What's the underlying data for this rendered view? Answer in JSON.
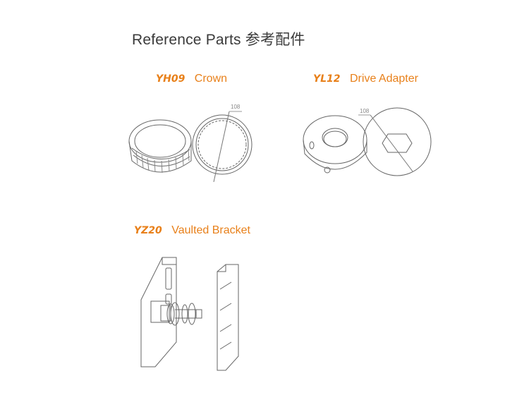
{
  "page": {
    "title": "Reference Parts 参考配件",
    "accent_color": "#e8801a"
  },
  "parts": [
    {
      "code": "YH09",
      "name": "Crown",
      "dimension": "108"
    },
    {
      "code": "YL12",
      "name": "Drive Adapter",
      "dimension": "108"
    },
    {
      "code": "YZ20",
      "name": "Vaulted Bracket"
    }
  ]
}
